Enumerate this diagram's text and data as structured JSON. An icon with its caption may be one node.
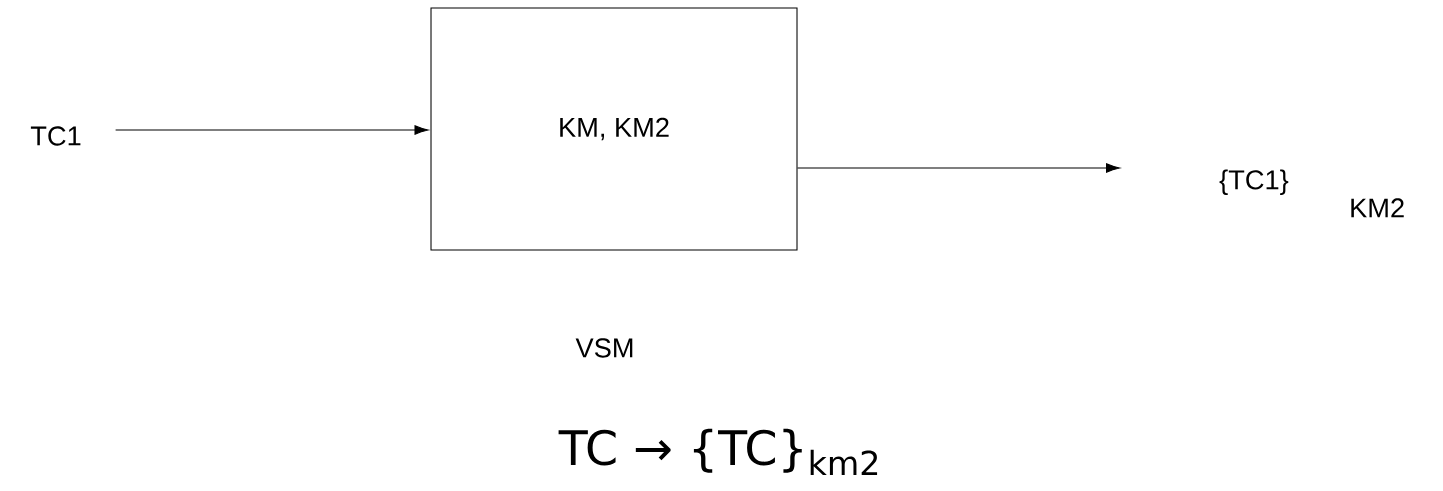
{
  "diagram": {
    "nodes": [
      {
        "text": [
          "TC1"
        ]
      },
      {
        "text": [
          "KM, KM2"
        ],
        "beside": [
          "VSM"
        ]
      },
      {
        "text": [
          "{TC1}",
          "KM2"
        ]
      }
    ],
    "edges": [
      {
        "from": 0,
        "to": 1,
        "arrow": "to"
      },
      {
        "from": 1,
        "to": 2,
        "arrow": "to"
      }
    ],
    "labels": [
      "TC → {TC}$_{km2}$"
    ]
  }
}
